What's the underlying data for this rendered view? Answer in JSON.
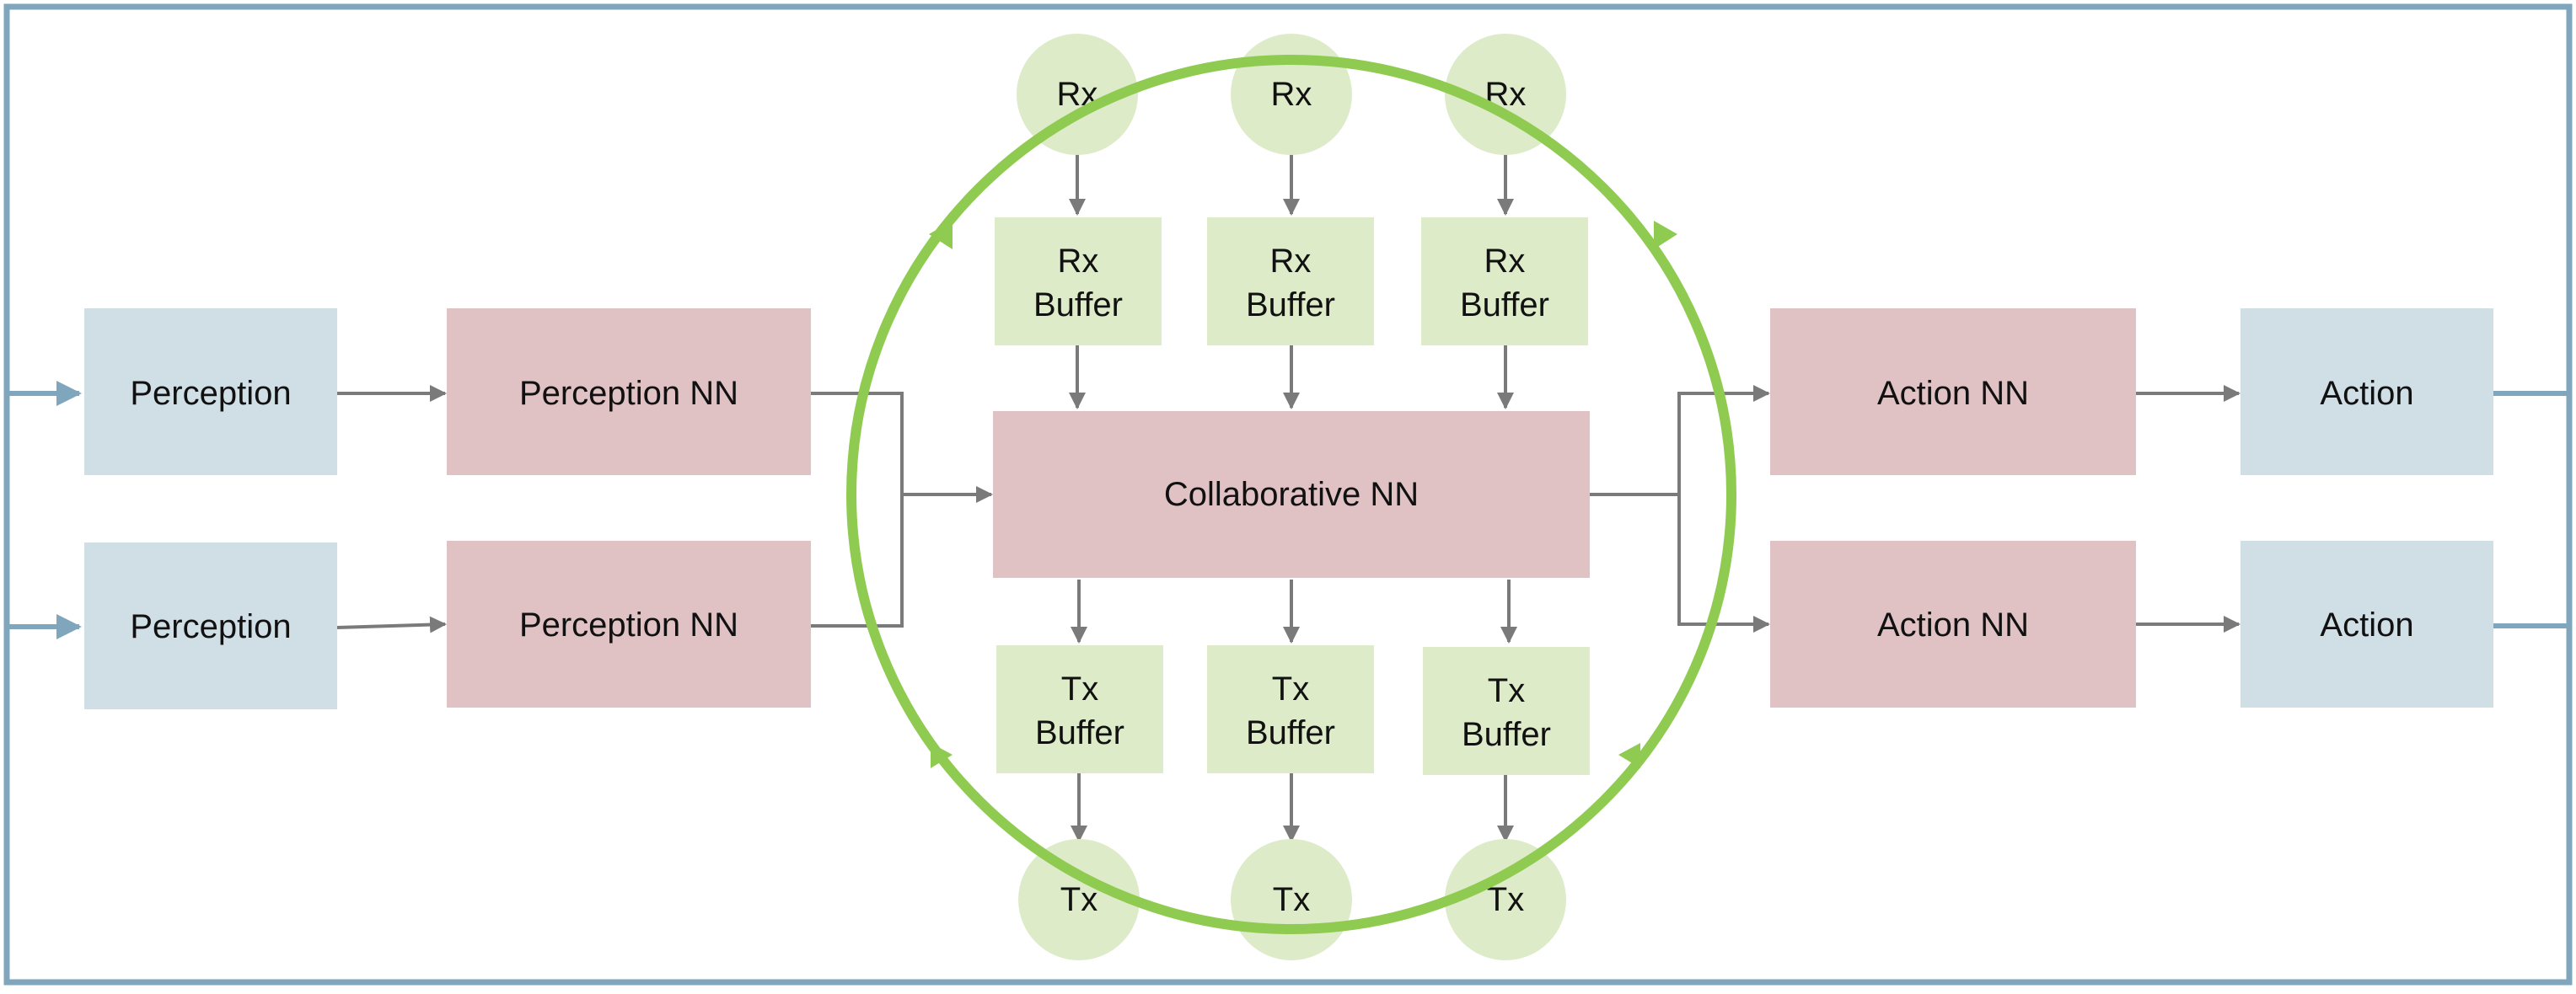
{
  "colors": {
    "frame": "#7fa6bd",
    "perception_fill": "#d0dee6",
    "nn_fill": "#e0c1c4",
    "rxtx_fill": "#ddebc8",
    "ring": "#8fcb50",
    "arrow": "#7a7a7a"
  },
  "perception": [
    {
      "label": "Perception"
    },
    {
      "label": "Perception"
    }
  ],
  "perception_nn": [
    {
      "label": "Perception NN"
    },
    {
      "label": "Perception NN"
    }
  ],
  "collaborative_nn": {
    "label": "Collaborative NN"
  },
  "action_nn": [
    {
      "label": "Action NN"
    },
    {
      "label": "Action NN"
    }
  ],
  "action": [
    {
      "label": "Action"
    },
    {
      "label": "Action"
    }
  ],
  "rx_nodes": [
    {
      "label": "Rx"
    },
    {
      "label": "Rx"
    },
    {
      "label": "Rx"
    }
  ],
  "rx_buffers": [
    {
      "line1": "Rx",
      "line2": "Buffer"
    },
    {
      "line1": "Rx",
      "line2": "Buffer"
    },
    {
      "line1": "Rx",
      "line2": "Buffer"
    }
  ],
  "tx_buffers": [
    {
      "line1": "Tx",
      "line2": "Buffer"
    },
    {
      "line1": "Tx",
      "line2": "Buffer"
    },
    {
      "line1": "Tx",
      "line2": "Buffer"
    }
  ],
  "tx_nodes": [
    {
      "label": "Tx"
    },
    {
      "label": "Tx"
    },
    {
      "label": "Tx"
    }
  ]
}
